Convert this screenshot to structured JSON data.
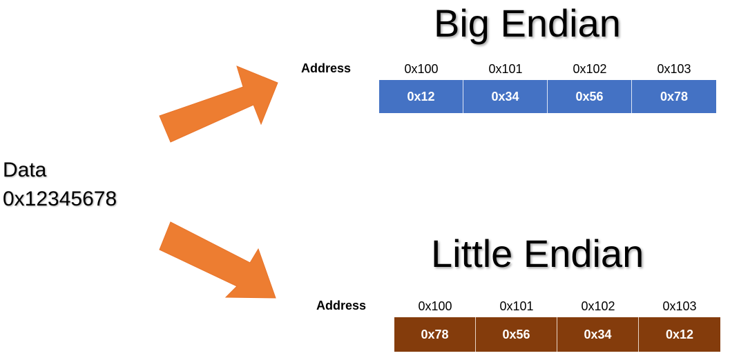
{
  "data": {
    "label": "Data",
    "value": "0x12345678"
  },
  "big_endian": {
    "title": "Big Endian",
    "address_label": "Address",
    "addresses": [
      "0x100",
      "0x101",
      "0x102",
      "0x103"
    ],
    "bytes": [
      "0x12",
      "0x34",
      "0x56",
      "0x78"
    ],
    "color": "#4472c4"
  },
  "little_endian": {
    "title": "Little Endian",
    "address_label": "Address",
    "addresses": [
      "0x100",
      "0x101",
      "0x102",
      "0x103"
    ],
    "bytes": [
      "0x78",
      "0x56",
      "0x34",
      "0x12"
    ],
    "color": "#843c0c"
  },
  "arrow_color": "#ed7d31"
}
